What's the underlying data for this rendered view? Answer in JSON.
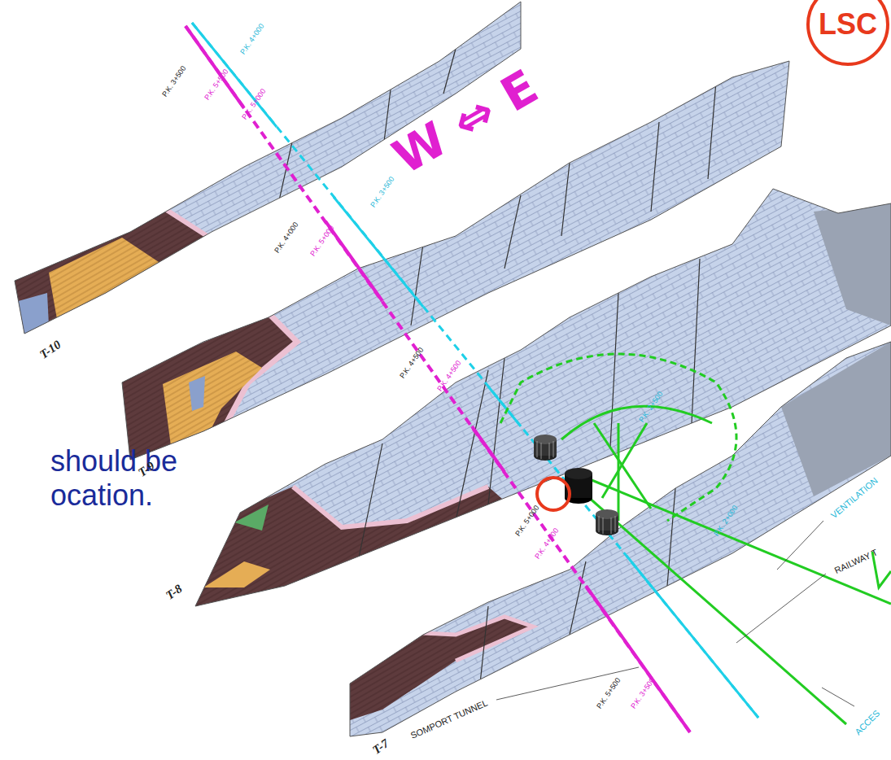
{
  "diagram": {
    "nodes": [
      {
        "text": [
          "LSC"
        ]
      }
    ],
    "labels": [
      "W ⇔ E",
      "should be ocation.",
      "T-10",
      "T-9",
      "T-8",
      "T-7",
      "SOMPORT TUNNEL",
      "VENTILATION",
      "RAILWAY T",
      "ACCES",
      "P.K. 3+500",
      "P.K. 5+500",
      "P.K. 5+000",
      "P.K. 4+000",
      "P.K. 4+000",
      "P.K. 5+000",
      "P.K. 3+500",
      "P.K. 4+500",
      "P.K. 4+500",
      "P.K. 2+500",
      "P.K. 5+000",
      "P.K. 4+000",
      "P.K. 5+500",
      "P.K. 3+500",
      "P.K. 2+000"
    ]
  }
}
